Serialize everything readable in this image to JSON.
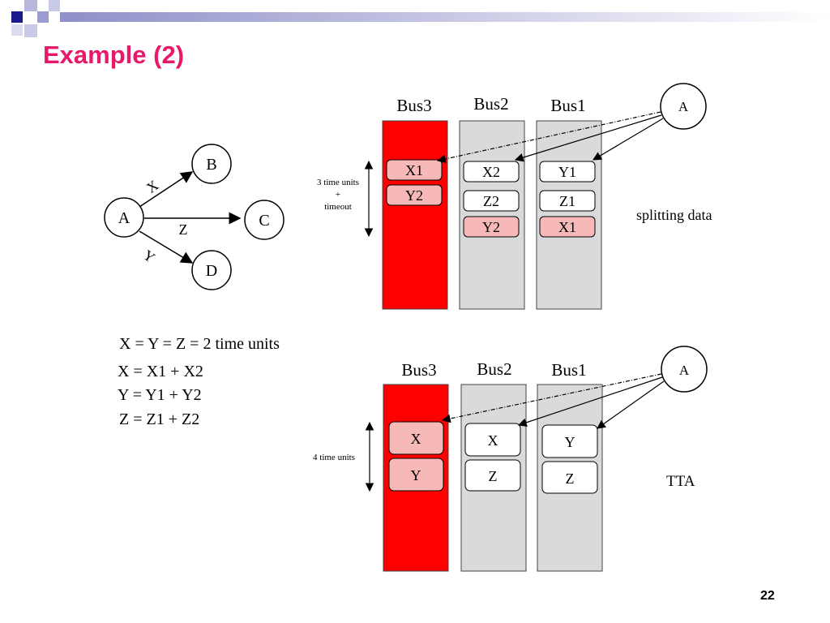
{
  "slide": {
    "title": "Example (2)",
    "page_number": "22"
  },
  "graph": {
    "nodes": [
      "A",
      "B",
      "C",
      "D"
    ],
    "edges": [
      {
        "from": "A",
        "to": "B",
        "label": "X"
      },
      {
        "from": "A",
        "to": "C",
        "label": "Z"
      },
      {
        "from": "A",
        "to": "D",
        "label": "Y"
      }
    ]
  },
  "equations": [
    "X = Y = Z = 2 time units",
    "X = X1 + X2",
    "Y = Y1 + Y2",
    "Z = Z1 + Z2"
  ],
  "diagram_top": {
    "source": "A",
    "buses": [
      "Bus3",
      "Bus2",
      "Bus1"
    ],
    "bus3_items": [
      "X1",
      "Y2"
    ],
    "bus2_items": [
      "X2",
      "Z2",
      "Y2"
    ],
    "bus1_items": [
      "Y1",
      "Z1",
      "X1"
    ],
    "time_label_line1": "3 time units",
    "time_label_line2": "+",
    "time_label_line3": "timeout",
    "caption": "splitting data"
  },
  "diagram_bottom": {
    "source": "A",
    "buses": [
      "Bus3",
      "Bus2",
      "Bus1"
    ],
    "bus3_items": [
      "X",
      "Y"
    ],
    "bus2_items": [
      "X",
      "Z"
    ],
    "bus1_items": [
      "Y",
      "Z"
    ],
    "time_label": "4 time units",
    "caption": "TTA"
  },
  "colors": {
    "title": "#e8196a",
    "bus_failed_fill": "#ff0000",
    "bus_fill": "#d9dadb",
    "packet_highlight": "#f7b8b8",
    "packet_normal": "#ffffff"
  }
}
